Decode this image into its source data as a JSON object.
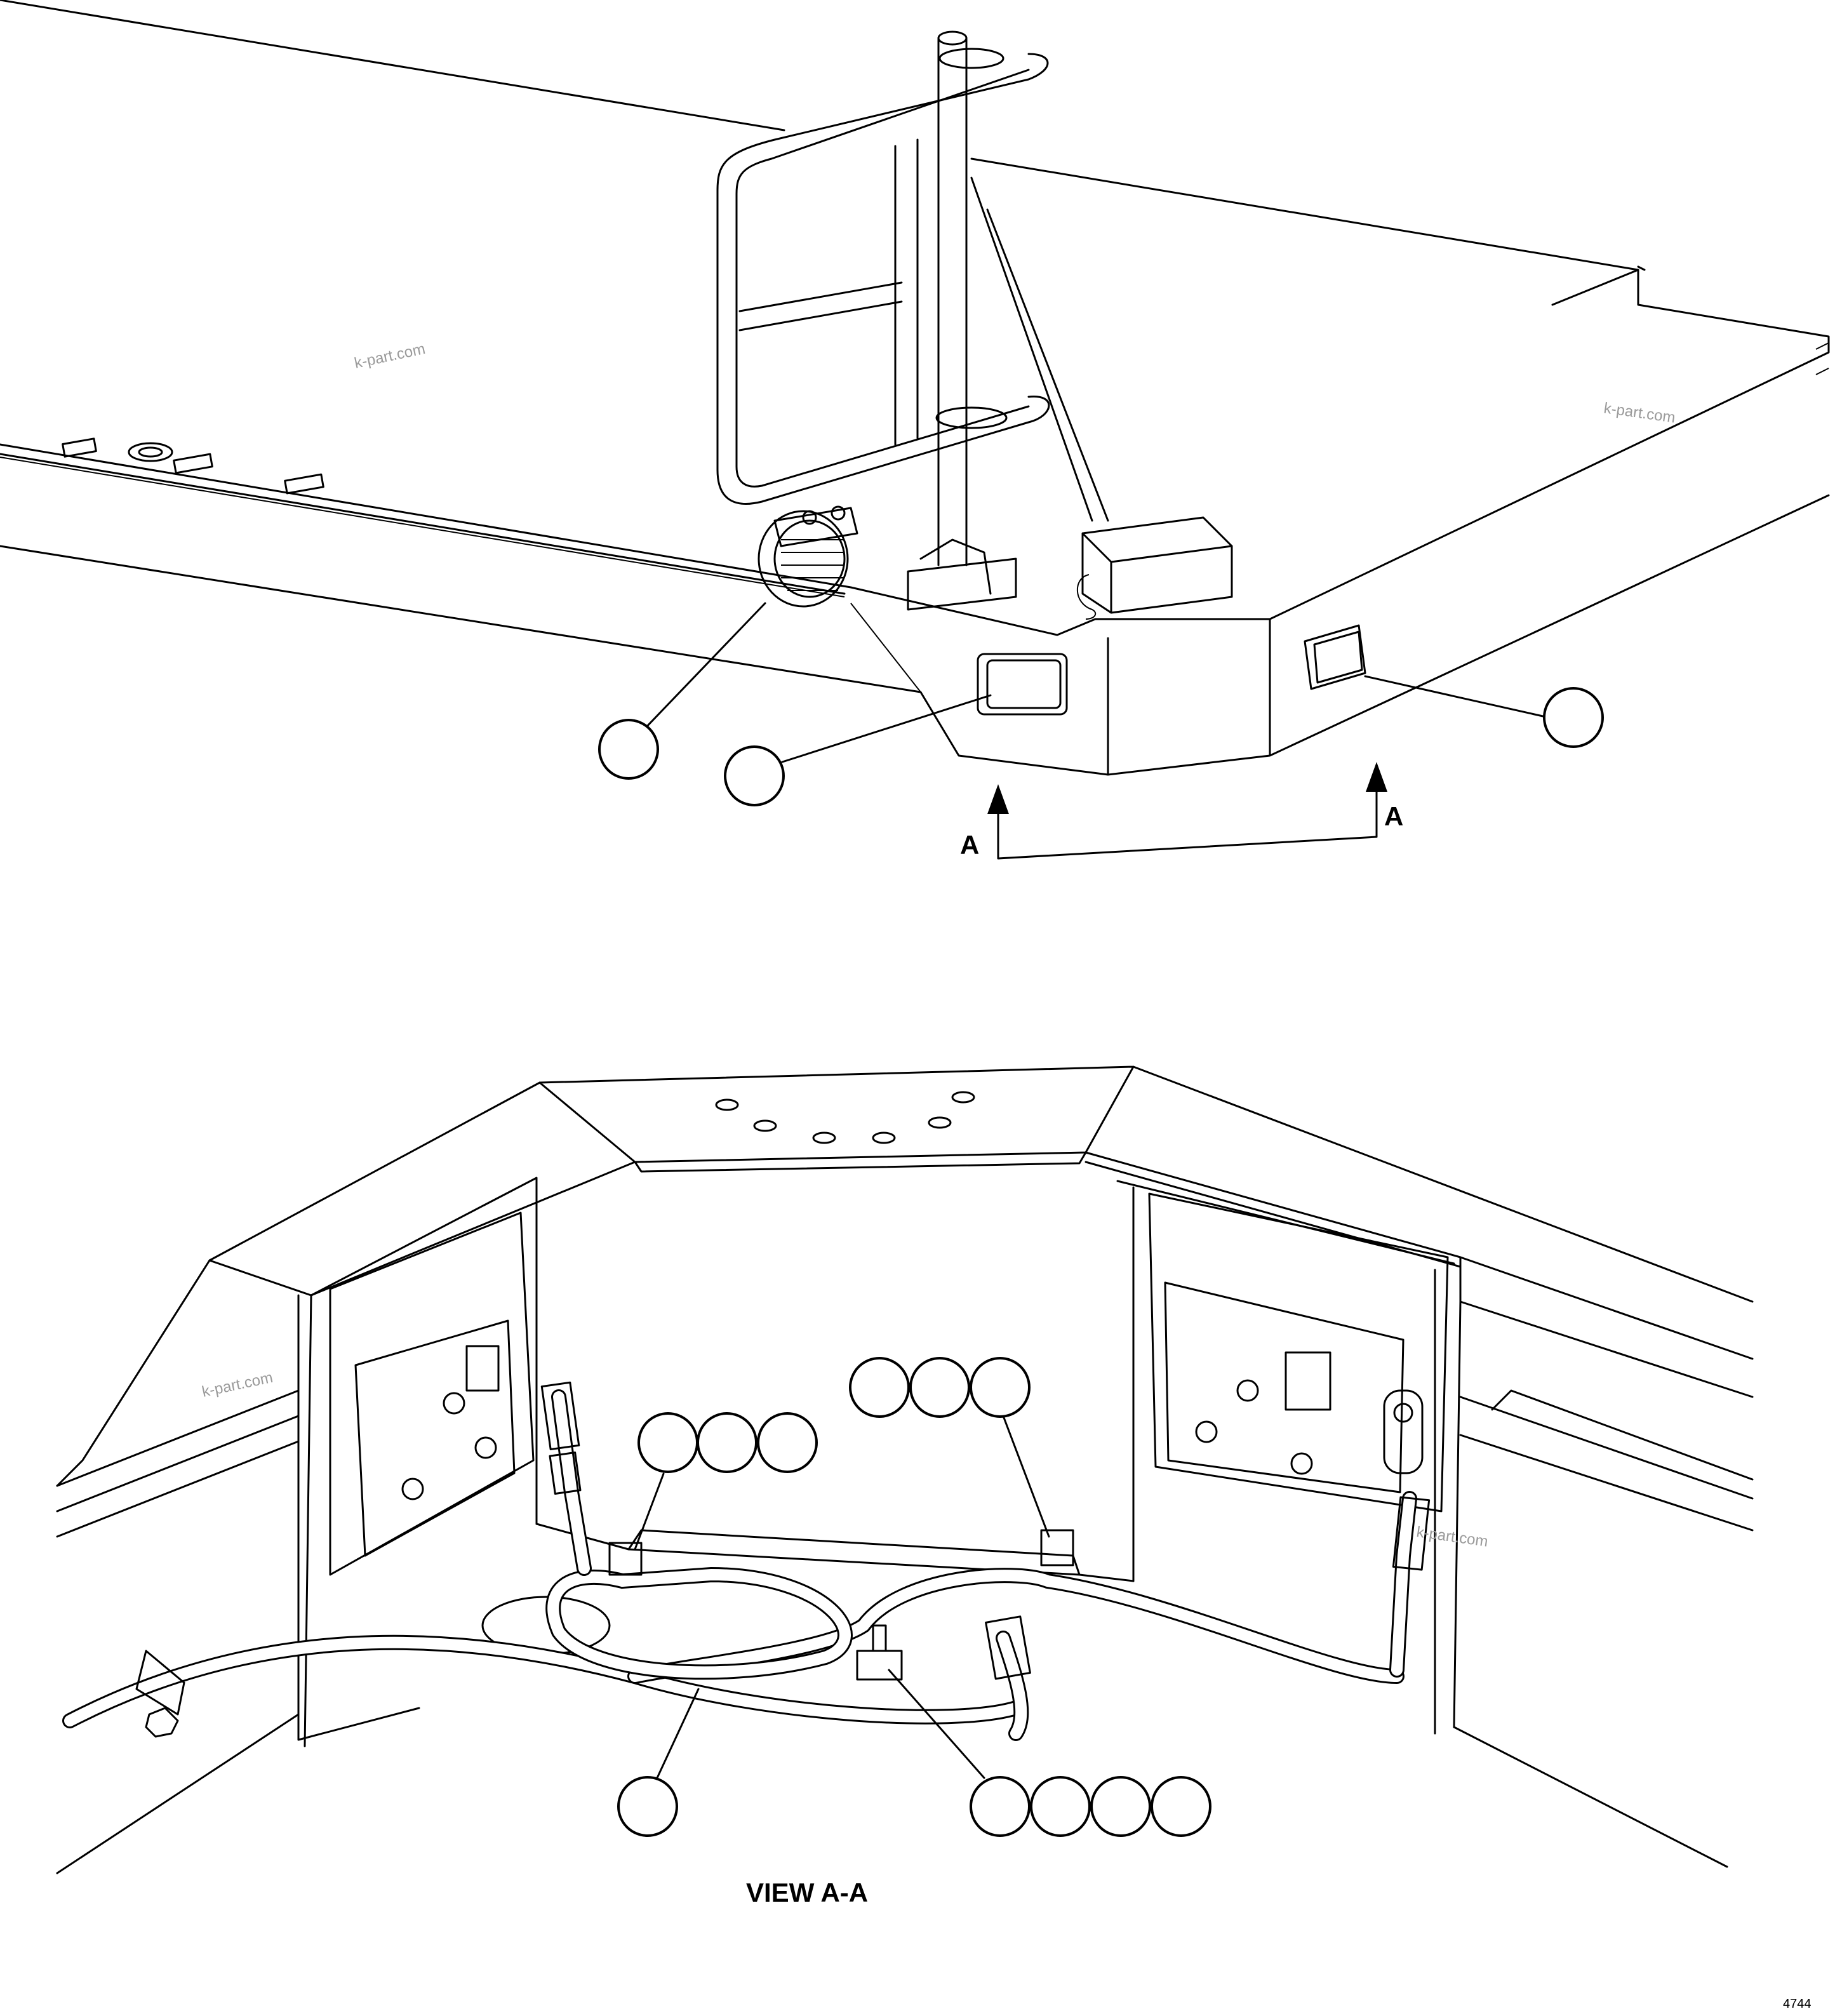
{
  "top_view": {
    "section_letter_left": "A",
    "section_letter_right": "A",
    "watermark_1": "k-part.com",
    "watermark_2": "k-part.com"
  },
  "bottom_view": {
    "view_title": "VIEW A-A",
    "watermark_1": "k-part.com",
    "watermark_2": "k-part.com"
  },
  "sheet_code": "4744"
}
